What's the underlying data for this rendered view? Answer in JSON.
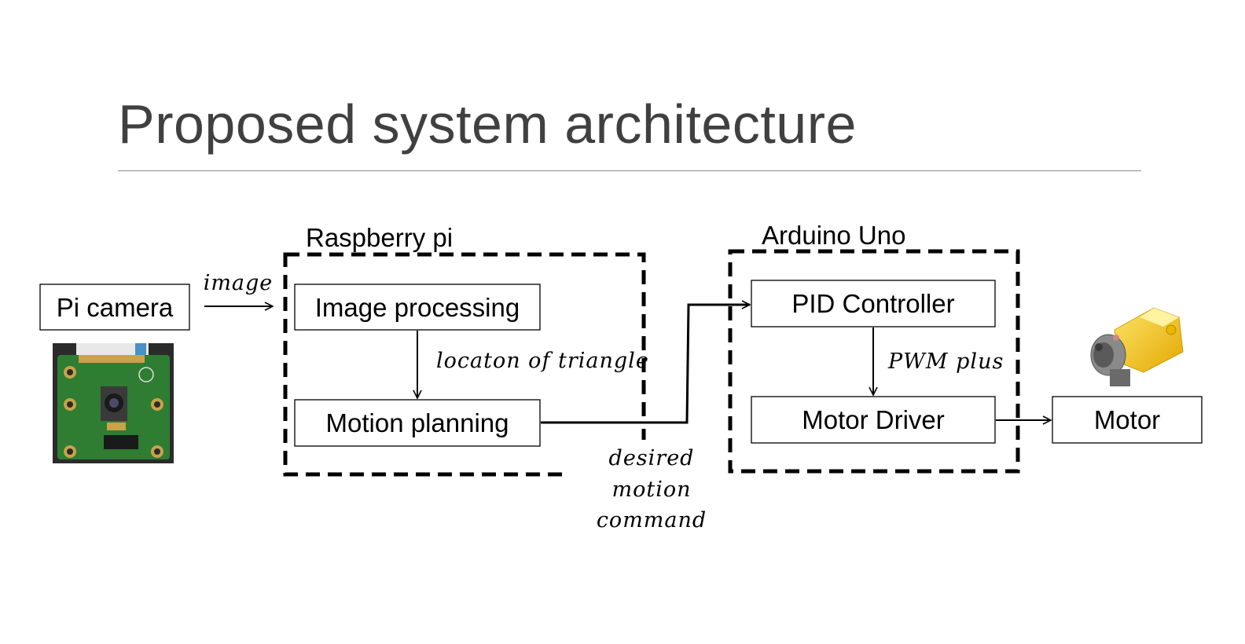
{
  "slide": {
    "title": "Proposed system architecture"
  },
  "groups": {
    "raspberry": "Raspberry pi",
    "arduino": "Arduino Uno"
  },
  "nodes": {
    "pi_camera": "Pi camera",
    "image_processing": "Image processing",
    "motion_planning": "Motion planning",
    "pid_controller": "PID Controller",
    "motor_driver": "Motor Driver",
    "motor": "Motor"
  },
  "edges": {
    "image": "image",
    "location": "locaton of triangle",
    "desired_line1": "desired",
    "desired_line2": "motion",
    "desired_line3": "command",
    "pwm": "PWM plus"
  },
  "colors": {
    "title": "#404040",
    "rule": "#8c8c8c",
    "stroke": "#000000",
    "pcb": "#2e7d32",
    "motor_body": "#f5c518"
  }
}
